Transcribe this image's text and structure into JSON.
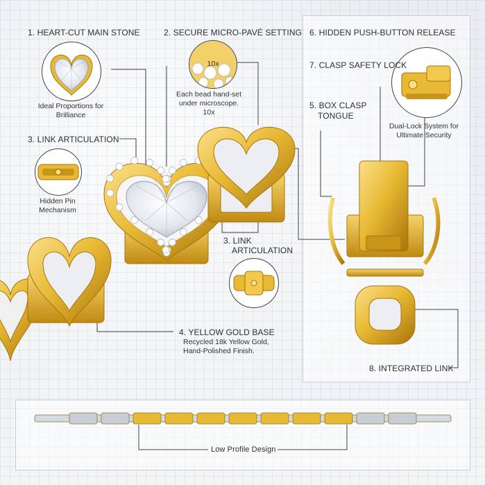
{
  "labels": {
    "heart_cut": "1. HEART-CUT MAIN STONE",
    "micro_pave": "2. SECURE MICRO-PAVÉ SETTING",
    "link_articulation_left": "3. LINK ARTICULATION",
    "link_articulation_center_1": "3. LINK",
    "link_articulation_center_2": "ARTICULATION",
    "yellow_gold": "4. YELLOW GOLD BASE",
    "box_clasp_1": "5. BOX CLASP",
    "box_clasp_2": "TONGUE",
    "push_button": "6. HIDDEN PUSH-BUTTON RELEASE",
    "safety_lock": "7. CLASP SAFETY LOCK",
    "integrated_link": "8. INTEGRATED LINK",
    "low_profile": "Low Profile Design"
  },
  "captions": {
    "brilliance_1": "Ideal Proportions for",
    "brilliance_2": "Brilliance",
    "magnify": "10x",
    "bead_1": "Each bead hand-set",
    "bead_2": "under microscope.",
    "bead_3": "10x",
    "pin_1": "Hidden Pin",
    "pin_2": "Mechanism",
    "gold_1": "Recycled 18k Yellow Gold,",
    "gold_2": "Hand-Polished Finish.",
    "dual_1": "Dual-Lock System for",
    "dual_2": "Ultimate Security"
  },
  "colors": {
    "gold": "#e8b934",
    "gold_dark": "#b8860b",
    "line": "#3d4148"
  }
}
